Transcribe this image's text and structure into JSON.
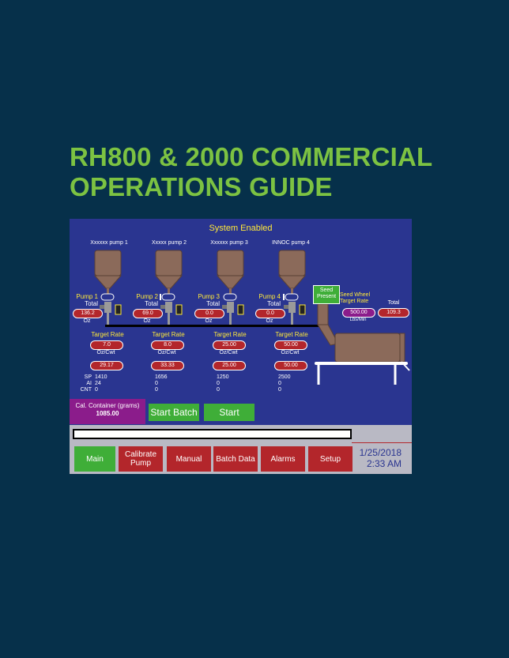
{
  "document": {
    "title_line1": "RH800 & 2000 COMMERCIAL",
    "title_line2": "OPERATIONS GUIDE"
  },
  "hmi": {
    "status": "System Enabled",
    "pumps": [
      {
        "name": "Xxxxxx pump 1",
        "label": "Pump 1",
        "total_label": "Total",
        "total": "136.2",
        "unit": "Oz",
        "target_label": "Target Rate",
        "target": "7.0",
        "rate_unit": "Oz/Cwt",
        "rate": "29.17",
        "sp": "1410",
        "ai": "24",
        "cnt": "0"
      },
      {
        "name": "Xxxxx pump 2",
        "label": "Pump 2",
        "total_label": "Total",
        "total": "69.0",
        "unit": "Oz",
        "target_label": "Target Rate",
        "target": "8.0",
        "rate_unit": "Oz/Cwt",
        "rate": "33.33",
        "sp": "1656",
        "ai": "0",
        "cnt": "0"
      },
      {
        "name": "Xxxxxx pump 3",
        "label": "Pump 3",
        "total_label": "Total",
        "total": "0.0",
        "unit": "Oz",
        "target_label": "Target Rate",
        "target": "25.00",
        "rate_unit": "Oz/Cwt",
        "rate": "25.00",
        "sp": "1250",
        "ai": "0",
        "cnt": "0"
      },
      {
        "name": "INNOC pump 4",
        "label": "Pump 4",
        "total_label": "Total",
        "total": "0.0",
        "unit": "Oz",
        "target_label": "Target Rate",
        "target": "50.00",
        "rate_unit": "Oz/Cwt",
        "rate": "50.00",
        "sp": "2500",
        "ai": "0",
        "cnt": "0"
      }
    ],
    "row_labels": {
      "sp": "SP",
      "ai": "AI",
      "cnt": "CNT"
    },
    "seed_present": {
      "line1": "Seed",
      "line2": "Present"
    },
    "seed_wheel": {
      "label_line1": "Seed Wheel",
      "label_line2": "Target Rate",
      "value": "500.00",
      "unit": "Lbs/Min",
      "total_label": "Total",
      "total": "109.3"
    },
    "cal_container": {
      "label": "Cal. Container (grams)",
      "value": "1085.00"
    },
    "buttons": {
      "start_batch": "Start Batch",
      "start": "Start"
    },
    "progress": 0,
    "nav": [
      "Main",
      "Calibrate Pump",
      "Manual",
      "Batch Data",
      "Alarms",
      "Setup"
    ],
    "date": "1/25/2018",
    "time": "2:33 AM",
    "colors": {
      "panel": "#2a3590",
      "accent_green": "#3fae38",
      "pill_red": "#b3262b",
      "purple": "#8b1c8b",
      "hopper": "#8b6a5a",
      "text_yellow": "#ffe93a",
      "page_bg": "#06304a",
      "title_green": "#7cc242"
    }
  }
}
